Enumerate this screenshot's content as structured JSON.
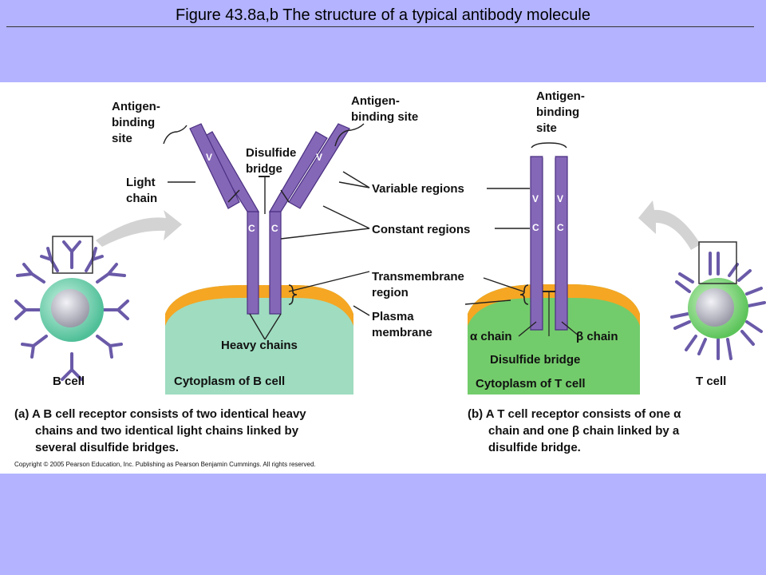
{
  "slide": {
    "title": "Figure 43.8a,b  The structure of a typical antibody molecule"
  },
  "colors": {
    "background": "#b3b3ff",
    "chain": "#8567b8",
    "membrane": "#f5a623",
    "cytoplasm_b": "#9fdcc0",
    "cytoplasm_t": "#73cc6b",
    "cell_b": "#6ed3b3",
    "cell_t": "#7fd77a"
  },
  "figure": {
    "labels": {
      "antigen_binding_left": [
        "Antigen-",
        "binding",
        "site"
      ],
      "antigen_binding_mid": [
        "Antigen-",
        "binding site"
      ],
      "antigen_binding_right": [
        "Antigen-",
        "binding",
        "site"
      ],
      "light_chain": [
        "Light",
        "chain"
      ],
      "disulfide_bridge_top": [
        "Disulfide",
        "bridge"
      ],
      "variable_regions": "Variable regions",
      "constant_regions": "Constant regions",
      "transmembrane_region": [
        "Transmembrane",
        "region"
      ],
      "plasma_membrane": [
        "Plasma",
        "membrane"
      ],
      "heavy_chains": "Heavy chains",
      "cytoplasm_b": "Cytoplasm of B cell",
      "cytoplasm_t": "Cytoplasm of T cell",
      "alpha_chain": "α chain",
      "beta_chain": "β chain",
      "disulfide_bridge_bottom": "Disulfide bridge",
      "b_cell": "B cell",
      "t_cell": "T cell",
      "v": "V",
      "c": "C"
    },
    "caption_a": [
      "(a) A B cell receptor consists of two identical heavy",
      "chains and two identical light chains linked by",
      "several disulfide bridges."
    ],
    "caption_b": [
      "(b) A T cell receptor consists of one α",
      "chain and one β chain linked by a",
      "disulfide bridge."
    ],
    "copyright": "Copyright © 2005 Pearson Education, Inc. Publishing as Pearson Benjamin Cummings. All rights reserved."
  }
}
